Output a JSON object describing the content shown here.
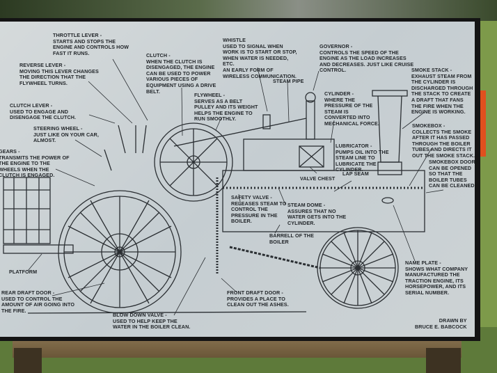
{
  "labels": {
    "throttle": {
      "title": "THROTTLE LEVER -",
      "lines": [
        "STARTS AND STOPS THE",
        "ENGINE AND CONTROLS HOW",
        "FAST IT RUNS."
      ]
    },
    "reverse": {
      "title": "REVERSE LEVER -",
      "lines": [
        "MOVING THIS LEVER CHANGES",
        "THE DIRECTION THAT THE",
        "FLYWHEEL TURNS."
      ]
    },
    "clutch_lever": {
      "title": "CLUTCH LEVER -",
      "lines": [
        "USED TO ENGAGE AND",
        "DISENGAGE THE CLUTCH."
      ]
    },
    "steering": {
      "title": "STEERING WHEEL -",
      "lines": [
        "JUST LIKE ON YOUR CAR,",
        "ALMOST."
      ]
    },
    "gears": {
      "title": "GEARS -",
      "lines": [
        "TRANSMITS THE POWER OF",
        "THE ENGINE TO THE",
        "WHEELS WHEN THE",
        "CLUTCH IS ENGAGED."
      ]
    },
    "clutch": {
      "title": "CLUTCH -",
      "lines": [
        "WHEN THE CLUTCH IS",
        "DISENGAGED, THE ENGINE",
        "CAN BE USED TO POWER",
        "VARIOUS PIECES OF",
        "EQUIPMENT USING A DRIVE",
        "BELT."
      ]
    },
    "flywheel": {
      "title": "FLYWHEEL -",
      "lines": [
        "SERVES AS A BELT",
        "PULLEY AND ITS WEIGHT",
        "HELPS THE ENGINE TO",
        "RUN SMOOTHLY."
      ]
    },
    "whistle": {
      "title": "WHISTLE",
      "lines": [
        "USED TO SIGNAL WHEN",
        "WORK IS TO START OR STOP,",
        "WHEN WATER IS NEEDED,",
        "ETC.",
        "AN EARLY FORM OF",
        "WIRELESS COMMUNICATION."
      ]
    },
    "steam_pipe": {
      "title": "STEAM PIPE",
      "lines": []
    },
    "governor": {
      "title": "GOVERNOR -",
      "lines": [
        "CONTROLS THE SPEED OF THE",
        "ENGINE AS THE LOAD INCREASES",
        "AND DECREASES.  JUST LIKE CRUISE",
        "CONTROL."
      ]
    },
    "cylinder": {
      "title": "CYLINDER -",
      "lines": [
        "WHERE THE",
        "PRESSURE OF THE",
        "STEAM IS",
        "CONVERTED INTO",
        "MECHANICAL FORCE."
      ]
    },
    "smoke_stack": {
      "title": "SMOKE STACK -",
      "lines": [
        "EXHAUST STEAM FROM",
        "THE CYLINDER IS",
        "DISCHARGED THROUGH",
        "THE STACK TO CREATE",
        "A DRAFT THAT FANS",
        "THE FIRE WHEN THE",
        "ENGINE IS WORKING."
      ]
    },
    "smokebox": {
      "title": "SMOKEBOX -",
      "lines": [
        "COLLECTS THE SMOKE",
        "AFTER IT HAS PASSED",
        "THROUGH THE BOILER",
        "TUBES AND DIRECTS IT",
        "OUT THE SMOKE STACK."
      ]
    },
    "smokebox_door": {
      "title": "SMOKEBOX DOOR -",
      "lines": [
        "CAN BE OPENED",
        "SO THAT THE",
        "BOILER TUBES",
        "CAN BE CLEANED."
      ]
    },
    "lubricator": {
      "title": "LUBRICATOR -",
      "lines": [
        "PUMPS OIL INTO THE",
        "STEAM LINE TO",
        "LUBRICATE THE",
        "CYLINDER."
      ]
    },
    "valve_chest": {
      "title": "VALVE CHEST",
      "lines": []
    },
    "lap_seam": {
      "title": "LAP SEAM",
      "lines": []
    },
    "safety_valve": {
      "title": "SAFETY VALVE -",
      "lines": [
        "RELEASES STEAM TO",
        "CONTROL THE",
        "PRESSURE IN THE",
        "BOILER."
      ]
    },
    "steam_dome": {
      "title": "STEAM DOME -",
      "lines": [
        "ASSURES THAT NO",
        "WATER GETS INTO THE",
        "CYLINDER."
      ]
    },
    "barrel": {
      "title": "BARRELL OF THE",
      "lines": [
        "BOILER"
      ]
    },
    "name_plate": {
      "title": "NAME PLATE -",
      "lines": [
        "SHOWS WHAT COMPANY",
        "MANUFACTURED THE",
        "TRACTION ENGINE, ITS",
        "HORSEPOWER, AND ITS",
        "SERIAL NUMBER."
      ]
    },
    "front_draft": {
      "title": "FRONT DRAFT DOOR -",
      "lines": [
        "PROVIDES A PLACE TO",
        "CLEAN OUT THE ASHES."
      ]
    },
    "platform": {
      "title": "PLATFORM",
      "lines": []
    },
    "rear_draft": {
      "title": "REAR DRAFT DOOR -",
      "lines": [
        "USED TO CONTROL THE",
        "AMOUNT OF AIR GOING INTO",
        "THE FIRE."
      ]
    },
    "blow_down": {
      "title": "BLOW DOWN VALVE -",
      "lines": [
        "USED TO HELP KEEP THE",
        "WATER IN THE BOILER CLEAN."
      ]
    },
    "credit": {
      "title": "DRAWN BY",
      "lines": [
        "BRUCE E. BABCOCK"
      ]
    }
  }
}
